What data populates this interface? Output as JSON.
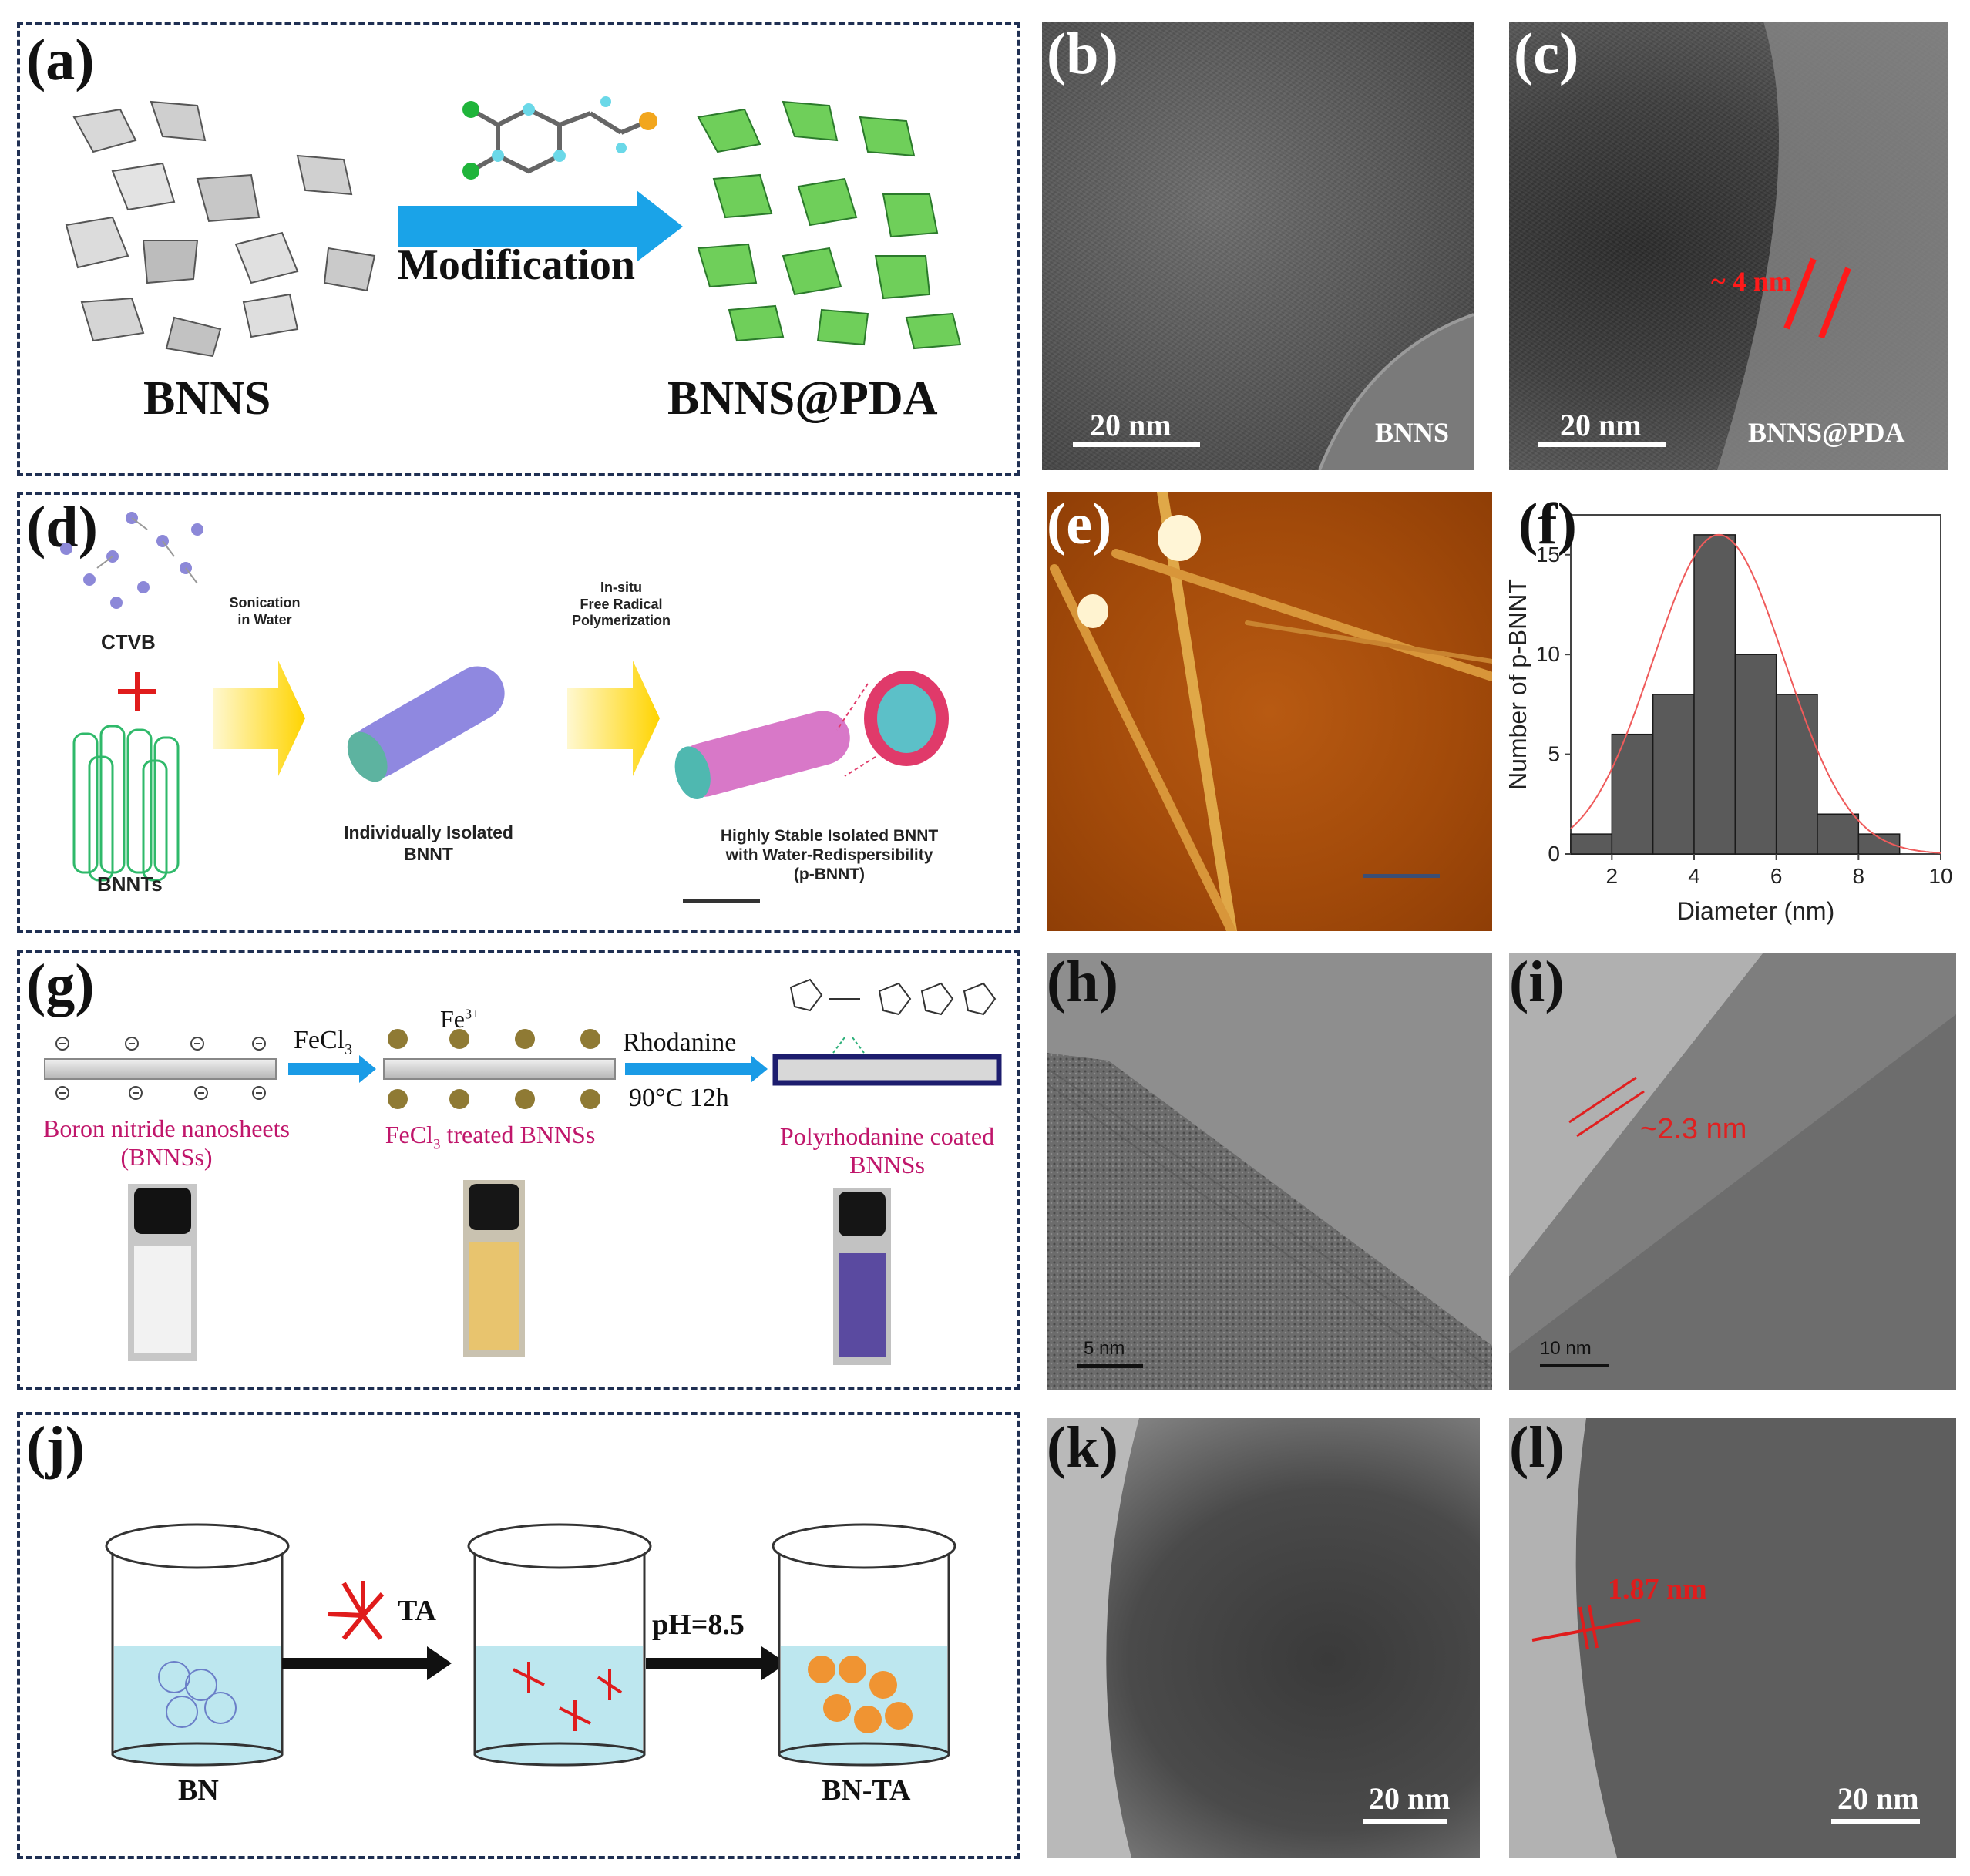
{
  "panels": {
    "a": {
      "label": "(a)",
      "step": "Modification",
      "left_name": "BNNS",
      "right_name": "BNNS@PDA"
    },
    "b": {
      "label": "(b)",
      "scale": "20 nm",
      "sample": "BNNS"
    },
    "c": {
      "label": "(c)",
      "scale": "20 nm",
      "sample": "BNNS@PDA",
      "thickness": "~ 4 nm"
    },
    "d": {
      "label": "(d)",
      "surfactant": "CTVB",
      "tubes": "BNNTs",
      "step1": [
        "Sonication",
        "in Water"
      ],
      "step2": [
        "In-situ",
        "Free Radical",
        "Polymerization"
      ],
      "isolated": [
        "Individually Isolated",
        "BNNT"
      ],
      "product": [
        "Highly Stable Isolated BNNT",
        "with Water-Redispersibility",
        "(p-BNNT)"
      ]
    },
    "e": {
      "label": "(e)"
    },
    "f": {
      "label": "(f)"
    },
    "g": {
      "label": "(g)",
      "reagent1": "FeCl",
      "reagent1_sub": "3",
      "ion": "Fe",
      "ion_sup": "3+",
      "reagent2": "Rhodanine",
      "condition": "90°C 12h",
      "name1": [
        "Boron nitride nanosheets",
        "(BNNSs)"
      ],
      "name2_pre": "FeCl",
      "name2_sub": "3",
      "name2_post": " treated BNNSs",
      "name3": [
        "Polyrhodanine coated",
        "BNNSs"
      ]
    },
    "h": {
      "label": "(h)",
      "scale": "5 nm"
    },
    "i": {
      "label": "(i)",
      "scale": "10 nm",
      "thickness": "~2.3 nm"
    },
    "j": {
      "label": "(j)",
      "additive": "TA",
      "condition": "pH=8.5",
      "left_name": "BN",
      "right_name": "BN-TA"
    },
    "k": {
      "label": "(k)",
      "scale": "20 nm"
    },
    "l": {
      "label": "(l)",
      "scale": "20 nm",
      "thickness": "1.87 nm"
    }
  },
  "chart_data": {
    "type": "bar",
    "xlabel": "Diameter (nm)",
    "ylabel": "Number of p-BNNT",
    "xlim": [
      1,
      10
    ],
    "ylim": [
      0,
      17
    ],
    "xticks": [
      2,
      4,
      6,
      8,
      10
    ],
    "yticks": [
      0,
      5,
      10,
      15
    ],
    "bins": [
      [
        1,
        2
      ],
      [
        2,
        3
      ],
      [
        3,
        4
      ],
      [
        4,
        5
      ],
      [
        5,
        6
      ],
      [
        6,
        7
      ],
      [
        7,
        8
      ],
      [
        8,
        9
      ]
    ],
    "values": [
      1,
      6,
      8,
      16,
      10,
      8,
      2,
      1
    ],
    "fit": {
      "type": "gaussian",
      "mean": 4.6,
      "sigma": 1.6,
      "peak": 16,
      "color": "#ef5b5b"
    },
    "bar_color": "#5a5a5a"
  }
}
